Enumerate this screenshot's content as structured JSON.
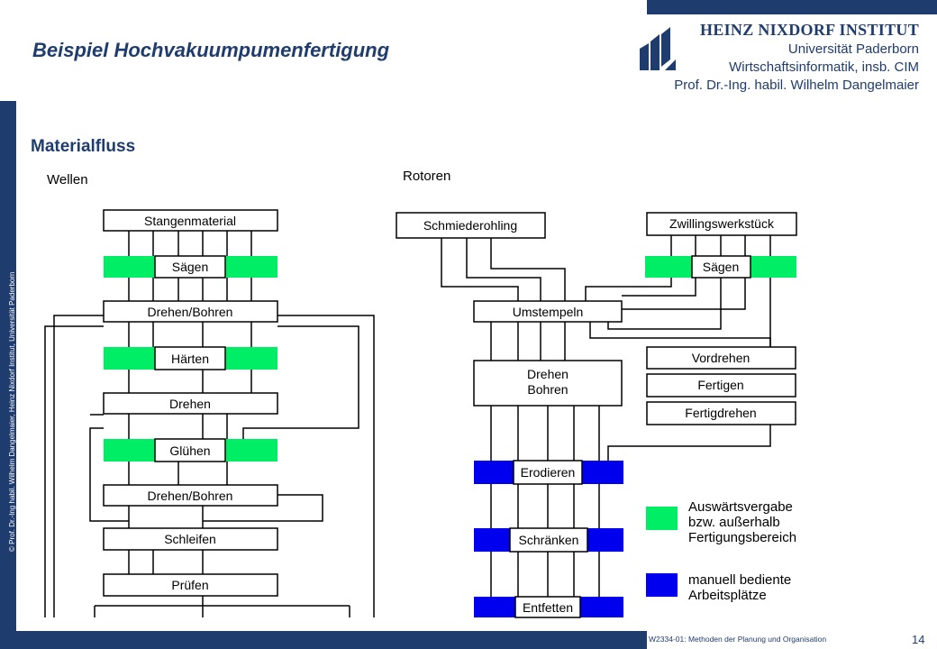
{
  "header": {
    "title": "Beispiel Hochvakuumpumenfertigung",
    "institute": "HEINZ NIXDORF INSTITUT",
    "university": "Universität Paderborn",
    "department": "Wirtschaftsinformatik, insb. CIM",
    "professor": "Prof. Dr.-Ing. habil. Wilhelm Dangelmaier"
  },
  "section": {
    "title": "Materialfluss"
  },
  "sidebar": {
    "copyright": "© Prof. Dr.-Ing habil. Wilhelm Dangelmaier, Heinz Nixdorf Institut, Universität Paderborn"
  },
  "footer": {
    "course": "W2334-01: Methoden der Planung und Organisation",
    "page": "14"
  },
  "diagram": {
    "wellen": {
      "heading": "Wellen",
      "steps": [
        "Stangenmaterial",
        "Sägen",
        "Drehen/Bohren",
        "Härten",
        "Drehen",
        "Glühen",
        "Drehen/Bohren",
        "Schleifen",
        "Prüfen"
      ]
    },
    "rotoren": {
      "heading": "Rotoren",
      "steps": [
        "Schmiederohling",
        "Zwillingswerkstück",
        "Sägen",
        "Umstempeln",
        "Drehen",
        "Bohren",
        "Vordrehen",
        "Fertigen",
        "Fertigdrehen",
        "Erodieren",
        "Schränken",
        "Entfetten"
      ]
    },
    "legend": {
      "green_label": [
        "Auswärtsvergabe",
        "bzw. außerhalb",
        "Fertigungsbereich"
      ],
      "blue_label": [
        "manuell bediente",
        "Arbeitsplätze"
      ]
    },
    "colors": {
      "outsourced": "#00ee66",
      "manual": "#0000ee",
      "brand": "#1f3c6e"
    }
  }
}
